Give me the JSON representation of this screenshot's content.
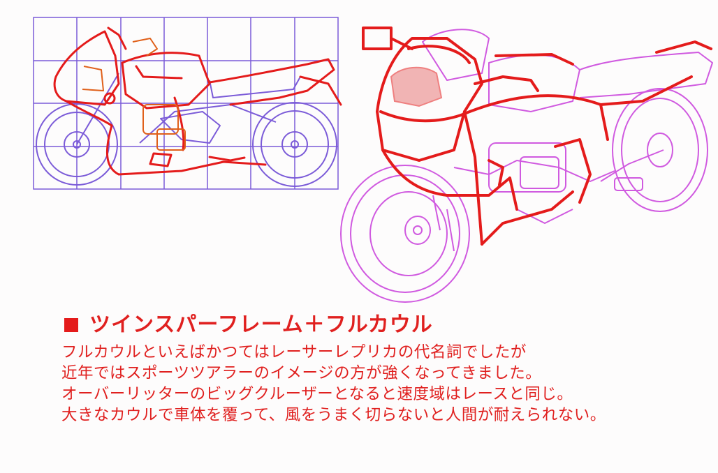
{
  "caption": {
    "title": "ツインスパーフレーム＋フルカウル",
    "lines": [
      "フルカウルといえばかつてはレーサーレプリカの代名詞でしたが",
      "近年ではスポーツツアラーのイメージの方が強くなってきました。",
      "オーバーリッターのビッグクルーザーとなると速度域はレースと同じ。",
      "大きなカウルで車体を覆って、風をうまく切らないと人間が耐えられない。"
    ]
  },
  "colors": {
    "grid": "#7b5bd8",
    "sketch_red": "#e41b1b",
    "sketch_pink": "#d05ae0",
    "text": "#e0201f",
    "background": "#fdfcfc"
  }
}
